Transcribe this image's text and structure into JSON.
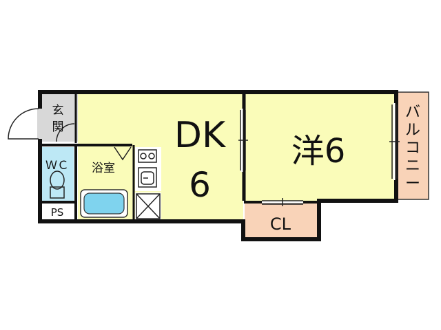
{
  "rooms": {
    "entrance": {
      "label_line1": "玄",
      "label_line2": "関"
    },
    "wc": {
      "label": "ＷＣ"
    },
    "bath": {
      "label": "浴室"
    },
    "ps": {
      "label": "PS"
    },
    "dk": {
      "label_line1": "DK",
      "label_line2": "6"
    },
    "western": {
      "label": "洋6"
    },
    "closet": {
      "label": "CL"
    },
    "balcony": {
      "label_chars": [
        "バ",
        "ル",
        "コ",
        "ニ",
        "ー"
      ]
    }
  },
  "colors": {
    "dk_floor": "#fafcb9",
    "western_floor": "#fafcb9",
    "entrance_floor": "#d8d8d8",
    "wc_floor": "#bde8f5",
    "bath_floor": "#bde8f5",
    "closet_floor": "#f9d3b8",
    "balcony_floor": "#f9d3b8",
    "ps_floor": "#ffffff",
    "wall": "#111111"
  }
}
